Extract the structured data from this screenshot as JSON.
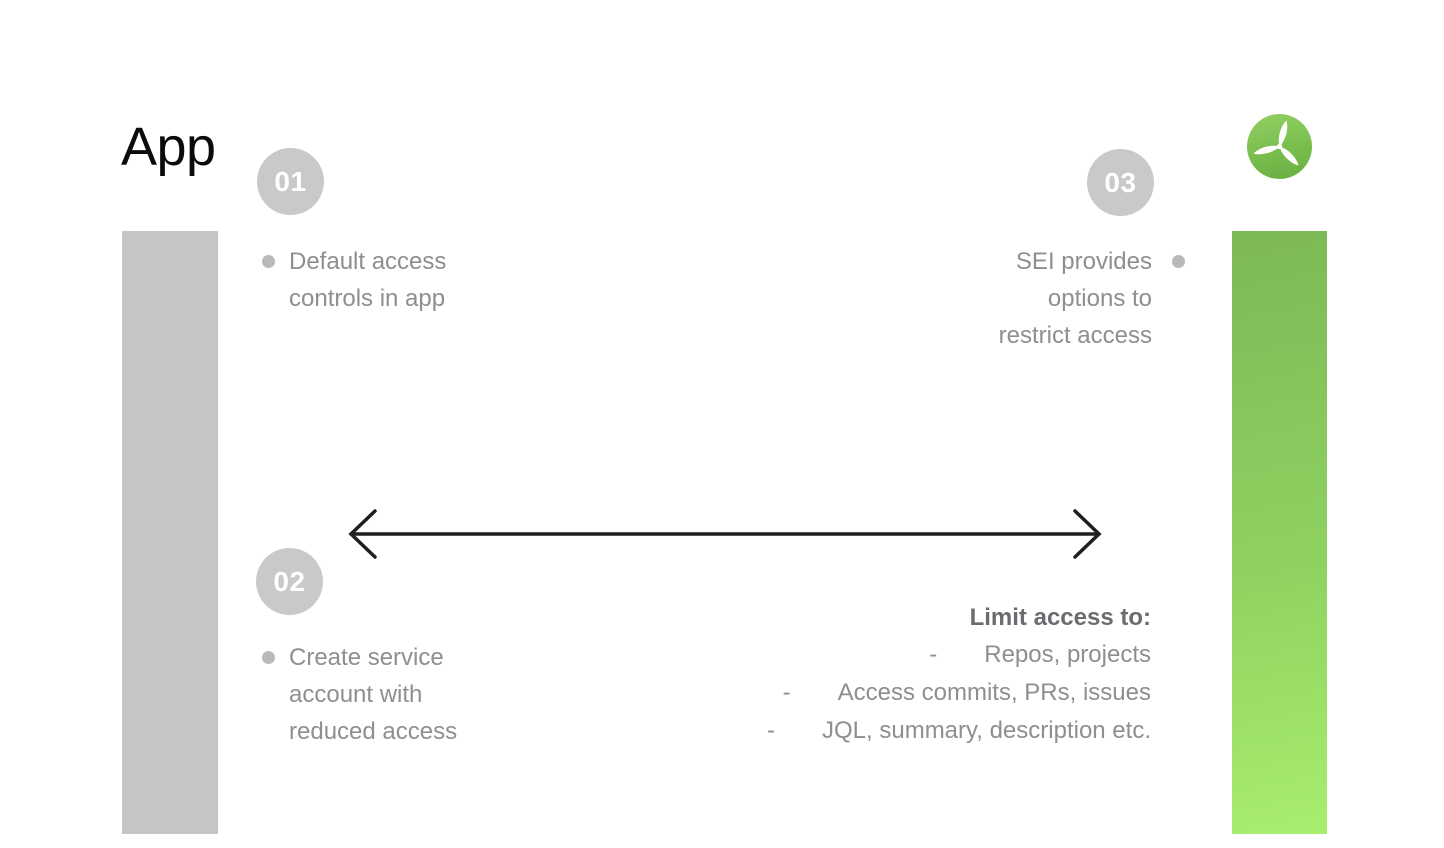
{
  "title": "App",
  "colors": {
    "gray_bar": "#C5C5C7",
    "green_bar_top": "#7CB956",
    "green_bar_bottom": "#A8EE6E",
    "badge_bg": "#C9C9CB",
    "badge_text": "#FFFFFF",
    "bullet_dot": "#B9B9BC",
    "body_text": "#8E8E93",
    "heading_text": "#6B6B70",
    "arrow": "#1F1F21",
    "logo_green": "#7CC24E",
    "title_text": "#0B0B0C"
  },
  "icons": {
    "logo": "propeller-icon",
    "arrow": "double-headed-arrow",
    "list_marker": "bullet-dot"
  },
  "steps": [
    {
      "number": "01",
      "lines": [
        "Default access",
        "controls in app"
      ]
    },
    {
      "number": "02",
      "lines": [
        "Create service",
        "account with",
        "reduced access"
      ]
    },
    {
      "number": "03",
      "lines": [
        "SEI provides",
        "options to",
        "restrict access"
      ]
    }
  ],
  "limit_access": {
    "heading": "Limit access to:",
    "dash": "-",
    "items": [
      "Repos, projects",
      "Access commits, PRs, issues",
      "JQL, summary, description etc."
    ]
  }
}
